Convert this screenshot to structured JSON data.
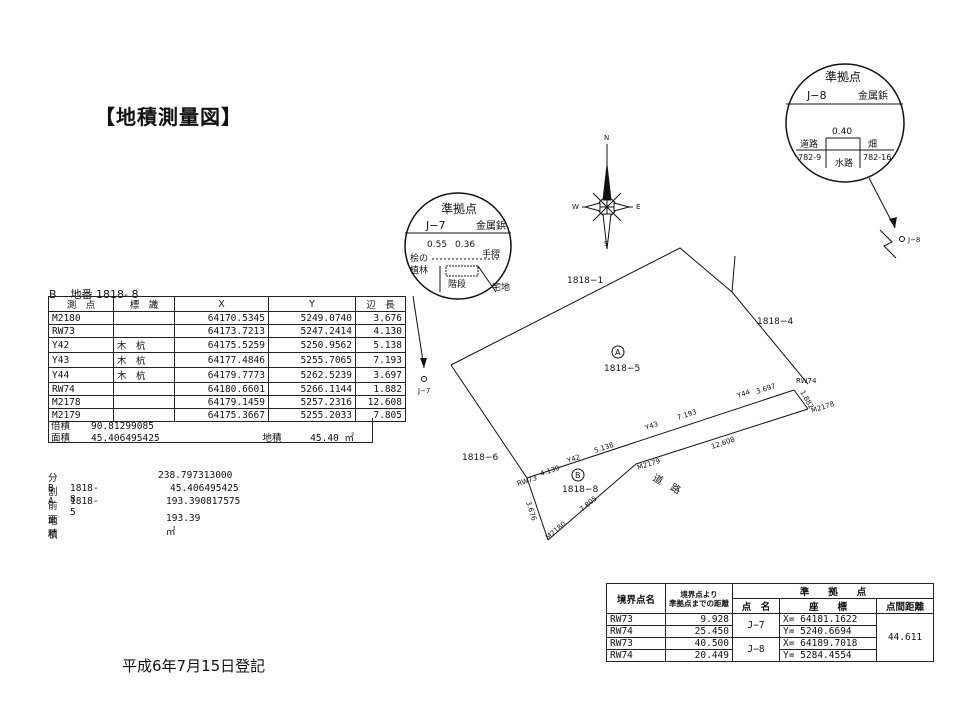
{
  "title": "【地積測量図】",
  "registered_date": "平成6年7月15日登記",
  "survey_table": {
    "parcel_prefix": "B",
    "parcel_label": "地番",
    "parcel_number": "1818- 8",
    "headers": [
      "測　点",
      "標　識",
      "X",
      "Y",
      "辺　長"
    ],
    "rows": [
      {
        "point": "M2180",
        "marker": "",
        "x": "64170.5345",
        "y": "5249.0740",
        "len": "3.676"
      },
      {
        "point": "RW73",
        "marker": "",
        "x": "64173.7213",
        "y": "5247.2414",
        "len": "4.130"
      },
      {
        "point": "Y42",
        "marker": "木　杭",
        "x": "64175.5259",
        "y": "5250.9562",
        "len": "5.138"
      },
      {
        "point": "Y43",
        "marker": "木　杭",
        "x": "64177.4846",
        "y": "5255.7065",
        "len": "7.193"
      },
      {
        "point": "Y44",
        "marker": "木　杭",
        "x": "64179.7773",
        "y": "5262.5239",
        "len": "3.697"
      },
      {
        "point": "RW74",
        "marker": "",
        "x": "64180.6601",
        "y": "5266.1144",
        "len": "1.882"
      },
      {
        "point": "M2178",
        "marker": "",
        "x": "64179.1459",
        "y": "5257.2316",
        "len": "12.608"
      },
      {
        "point": "M2179",
        "marker": "",
        "x": "64175.3667",
        "y": "5255.2033",
        "len": "7.805"
      }
    ],
    "double_area_label": "倍積",
    "double_area": "90.81299085",
    "area_label": "面積",
    "area": "45.406495425",
    "land_area_label": "地積",
    "land_area": "45.40 ㎡"
  },
  "division": {
    "heading": "分割前面積",
    "heading_value": "238.797313000",
    "rows": [
      {
        "id": "B",
        "parcel": "1818-8",
        "value": "45.406495425"
      },
      {
        "id": "A",
        "parcel": "1818-5",
        "value": "193.390817575"
      }
    ],
    "land_label": "地　　積",
    "land_value": "193.39 ㎡"
  },
  "map": {
    "parcel_1818_1": "1818−1",
    "parcel_1818_4": "1818−4",
    "parcel_1818_5": "1818−5",
    "parcel_1818_6": "1818−6",
    "parcel_1818_8": "1818−8",
    "circle_a": "A",
    "circle_b": "B",
    "road": "道　路",
    "points": {
      "rw73": "RW73",
      "y42": "Y42",
      "y43": "Y43",
      "y44": "Y44",
      "rw74": "RW74",
      "m2178": "M2178",
      "m2179": "M2179",
      "m2180": "M2180"
    },
    "edges": {
      "rw73_y42": "4.130",
      "y42_y43": "5.138",
      "y43_y44": "7.193",
      "y44_rw74": "3.697",
      "rw74_m2178": "1.882",
      "m2178_m2179": "12.608",
      "m2179_m2180": "7.805",
      "m2180_rw73": "3.676"
    },
    "j7_label": "J−7",
    "j8_label": "J−8",
    "compass": {
      "n": "N",
      "s": "S",
      "e": "E",
      "w": "W"
    }
  },
  "callout_j7": {
    "title": "準拠点",
    "point": "J−7",
    "type": "金属鋲",
    "dim1": "0.55",
    "dim2": "0.36",
    "label_left1": "桧の",
    "label_left2": "植林",
    "label_rail": "手摺",
    "label_stairs": "階段",
    "label_house": "宅地"
  },
  "callout_j8": {
    "title": "準拠点",
    "point": "J−8",
    "type": "金属鋲",
    "dim": "0.40",
    "label_road": "道路",
    "label_field": "畑",
    "parcel_left": "782-9",
    "parcel_right": "782-16",
    "label_water": "水路"
  },
  "ref_table": {
    "h_name": "境界点名",
    "h_dist1": "境界点より",
    "h_dist2": "準拠点までの距離",
    "h_ref": "準　　拠　　点",
    "h_point": "点　名",
    "h_coord": "座　　標",
    "h_between": "点間距離",
    "rows": [
      {
        "name": "RW73",
        "dist": "9.928"
      },
      {
        "name": "RW74",
        "dist": "25.450"
      },
      {
        "name": "RW73",
        "dist": "40.500"
      },
      {
        "name": "RW74",
        "dist": "20.449"
      }
    ],
    "j7": "J−7",
    "j8": "J−8",
    "j7_x": "X= 64181.1622",
    "j7_y": "Y= 5240.6694",
    "j8_x": "X= 64189.7018",
    "j8_y": "Y= 5284.4554",
    "between": "44.611"
  }
}
